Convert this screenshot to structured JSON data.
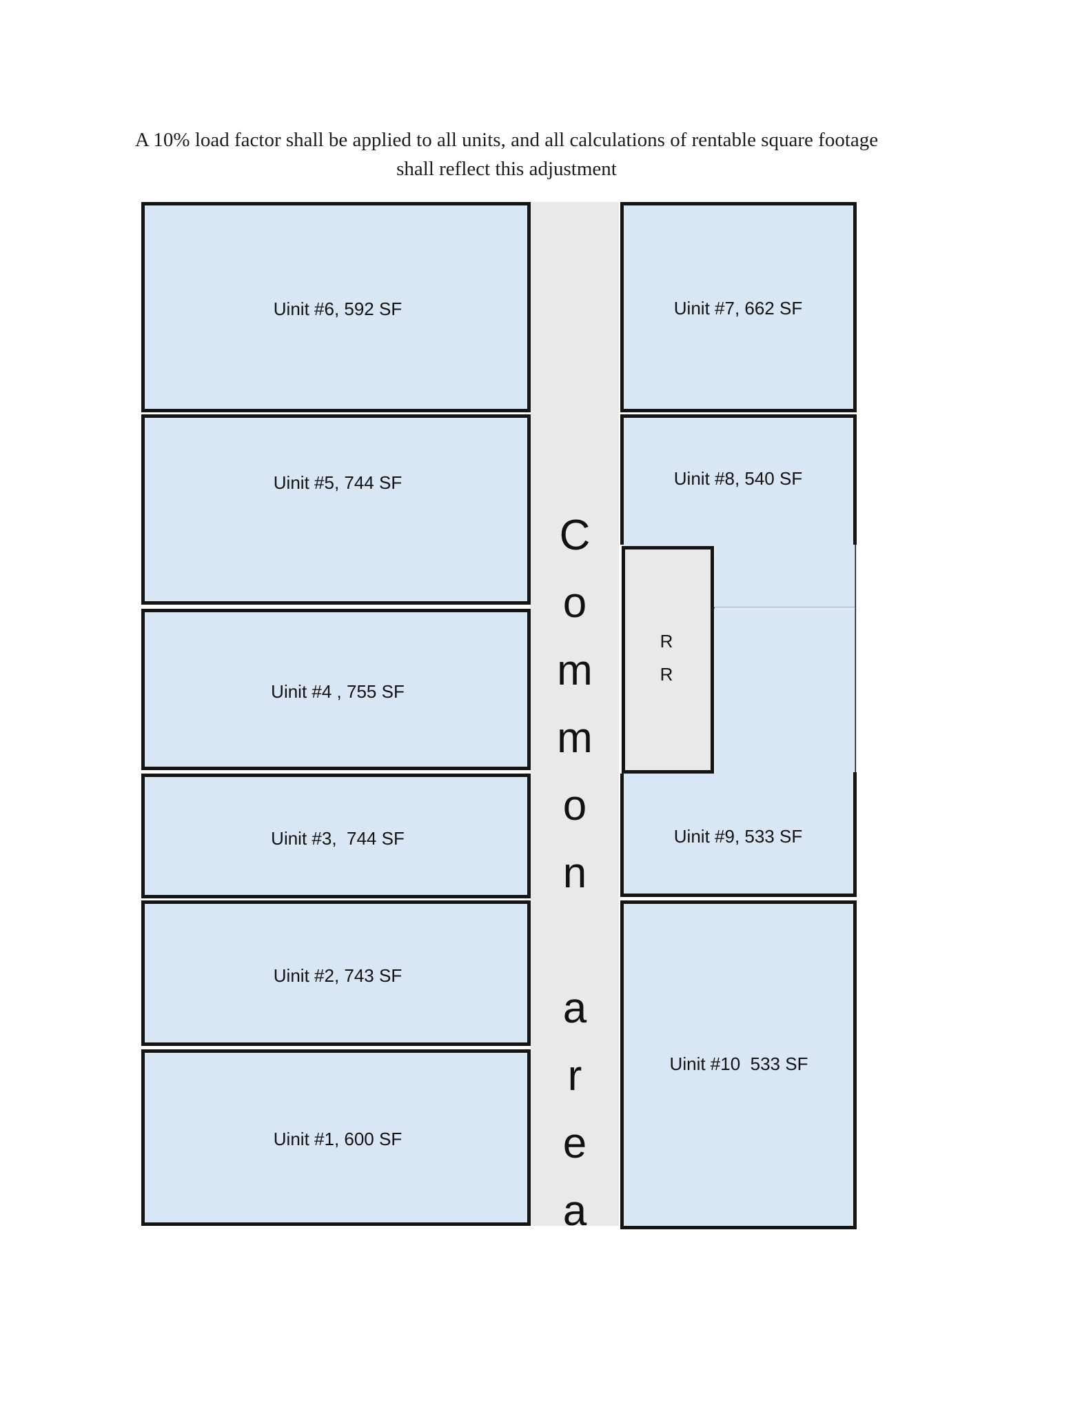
{
  "header": {
    "line1": "A 10% load factor shall be applied to all units, and all calculations of rentable square footage",
    "line2": "shall reflect this adjustment"
  },
  "floor_plan": {
    "left_units": [
      {
        "id": "unit-6",
        "label": "Uinit #6, 592 SF"
      },
      {
        "id": "unit-5",
        "label": "Uinit #5, 744 SF"
      },
      {
        "id": "unit-4",
        "label": "Uinit #4 , 755 SF"
      },
      {
        "id": "unit-3",
        "label": "Uinit #3,  744 SF"
      },
      {
        "id": "unit-2",
        "label": "Uinit #2, 743 SF"
      },
      {
        "id": "unit-1",
        "label": "Uinit #1, 600 SF"
      }
    ],
    "right_units": [
      {
        "id": "unit-7",
        "label": "Uinit #7, 662 SF"
      },
      {
        "id": "unit-8",
        "label": "Uinit #8, 540 SF"
      },
      {
        "id": "unit-9",
        "label": "Uinit #9, 533 SF"
      },
      {
        "id": "unit-10",
        "label": "Uinit #10  533 SF"
      }
    ],
    "common_area": {
      "text": "Common area",
      "vertical_text": "C\no\nm\nm\no\nn\n\na\nr\ne\na"
    },
    "restroom": {
      "text": "RR",
      "label": "R\nR"
    }
  },
  "colors": {
    "unit_fill": "#d9e6f4",
    "common_fill": "#e9e9e9",
    "line": "#141414",
    "text": "#121212"
  }
}
